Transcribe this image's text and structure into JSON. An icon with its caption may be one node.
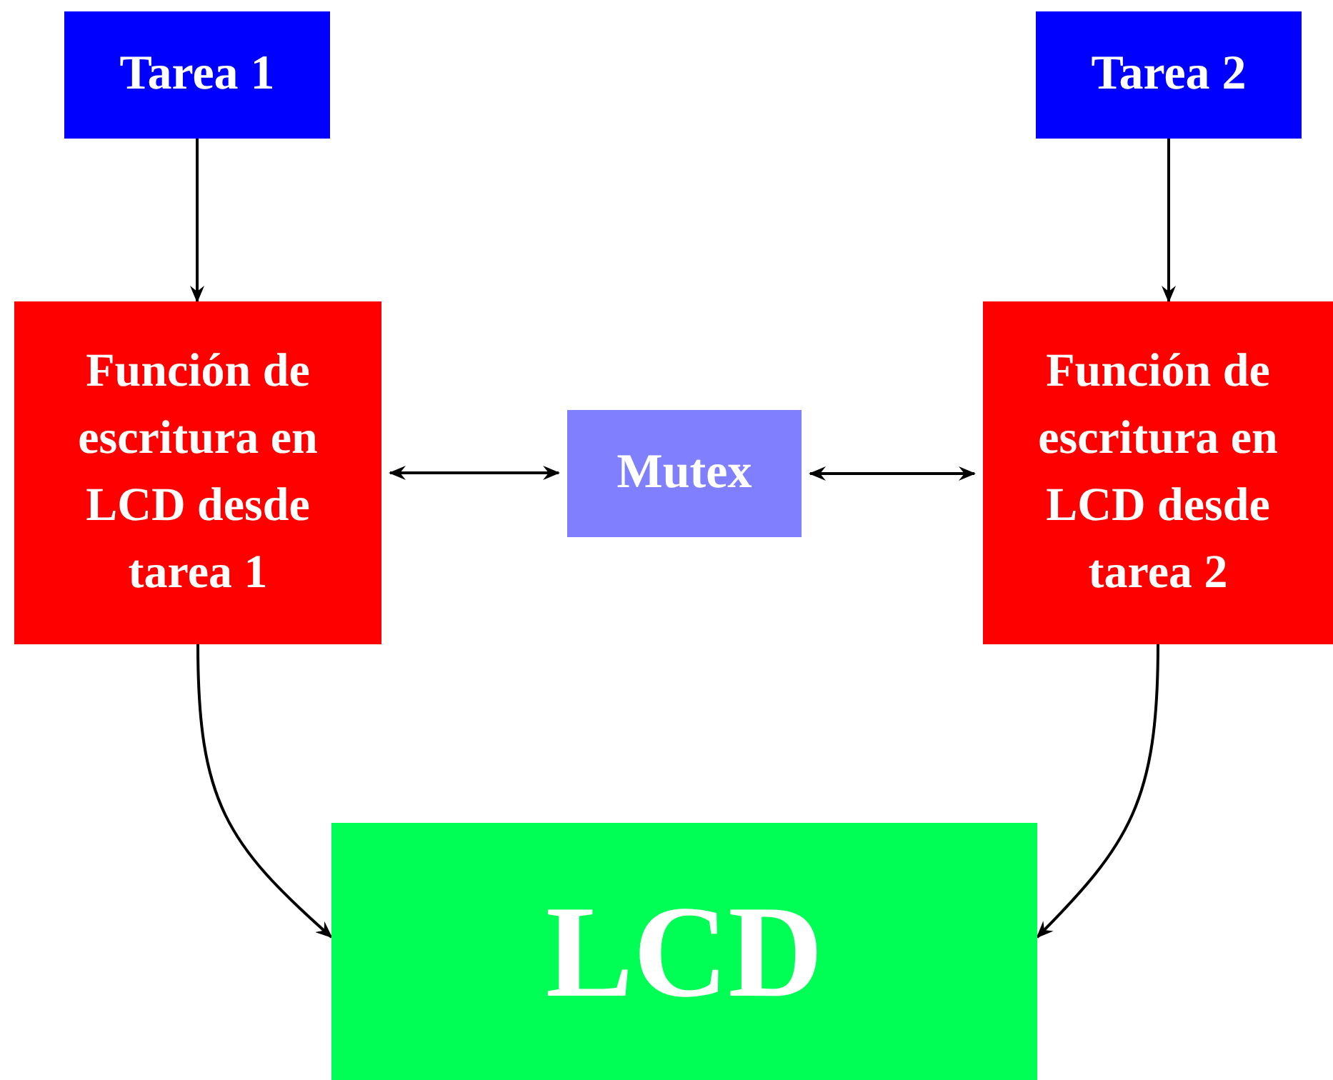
{
  "diagram": {
    "nodes": [
      {
        "text": [
          "Tarea 1"
        ]
      },
      {
        "text": [
          "Tarea 2"
        ]
      },
      {
        "text": [
          "Función de escritura en LCD desde tarea 1"
        ]
      },
      {
        "text": [
          "Mutex"
        ]
      },
      {
        "text": [
          "Función de escritura en LCD desde tarea 2"
        ]
      },
      {
        "text": [
          "LCD"
        ]
      }
    ],
    "edges": [
      {
        "from": 0,
        "to": 2,
        "arrow": "to"
      },
      {
        "from": 1,
        "to": 4,
        "arrow": "to"
      },
      {
        "from": 2,
        "to": 3,
        "arrow": "both"
      },
      {
        "from": 3,
        "to": 4,
        "arrow": "both"
      },
      {
        "from": 2,
        "to": 5,
        "arrow": "to"
      },
      {
        "from": 4,
        "to": 5,
        "arrow": "to"
      }
    ]
  }
}
